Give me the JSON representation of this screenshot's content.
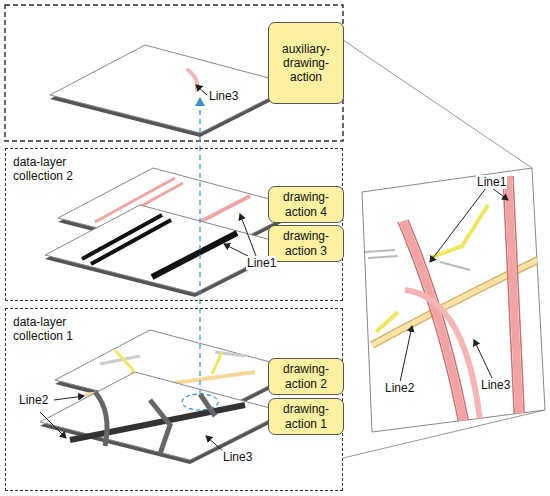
{
  "diagram": {
    "nodes": [
      {
        "text": [
          "auxiliary-drawing-action"
        ]
      },
      {
        "text": [
          "data-layer collection 2"
        ]
      },
      {
        "text": [
          "drawing-action 4"
        ],
        "in": 1
      },
      {
        "text": [
          "drawing-action 3"
        ],
        "in": 1
      },
      {
        "text": [
          "data-layer collection 1"
        ]
      },
      {
        "text": [
          "drawing-action 2"
        ],
        "in": 4
      },
      {
        "text": [
          "drawing-action 1"
        ],
        "in": 4
      }
    ],
    "labels": [
      "Line3",
      "Line1",
      "Line2",
      "Line3",
      "Line1",
      "Line2",
      "Line3"
    ]
  }
}
